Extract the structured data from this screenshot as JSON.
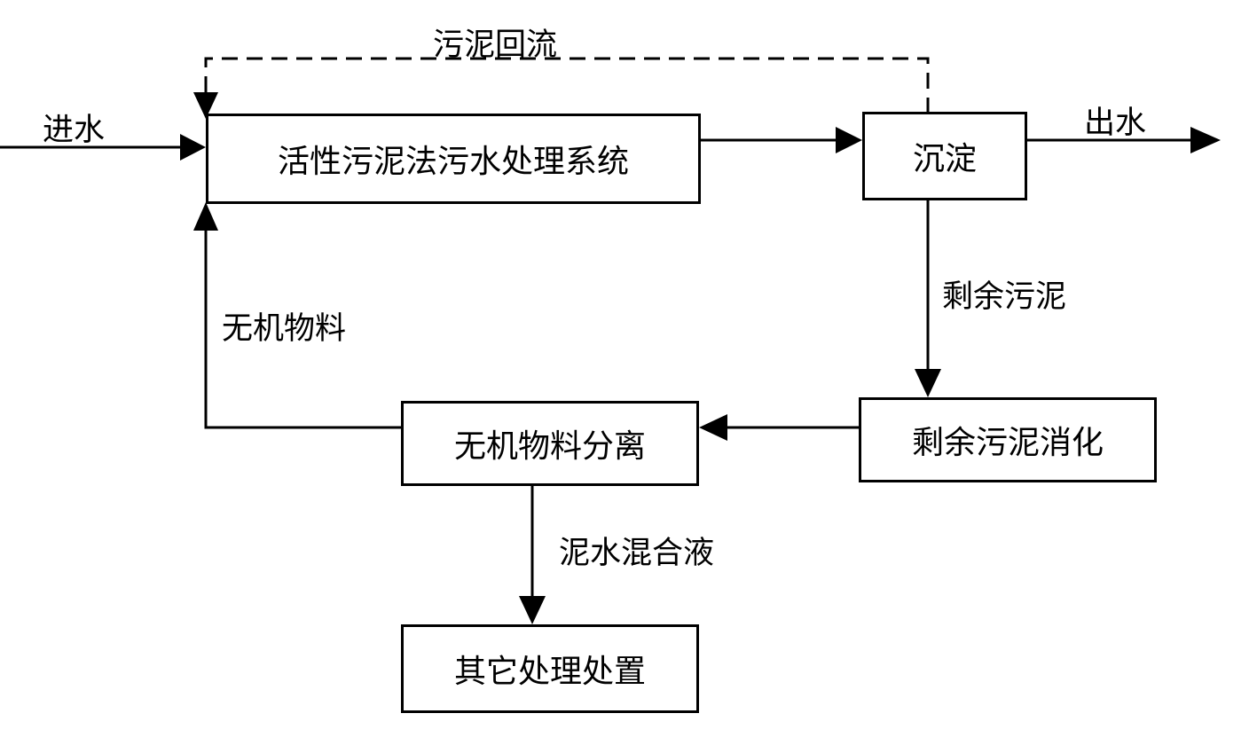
{
  "diagram": {
    "nodes": {
      "activated_sludge": "活性污泥法污水处理系统",
      "sedimentation": "沉淀",
      "digestion": "剩余污泥消化",
      "separation": "无机物料分离",
      "other_disposal": "其它处理处置"
    },
    "labels": {
      "inflow": "进水",
      "outflow": "出水",
      "return_sludge": "污泥回流",
      "excess_sludge": "剩余污泥",
      "inorganic_material": "无机物料",
      "sludge_water_mix": "泥水混合液"
    },
    "edges": [
      {
        "from": "inflow",
        "to": "activated_sludge",
        "style": "solid"
      },
      {
        "from": "activated_sludge",
        "to": "sedimentation",
        "style": "solid"
      },
      {
        "from": "sedimentation",
        "to": "outflow",
        "style": "solid"
      },
      {
        "from": "sedimentation",
        "to": "activated_sludge",
        "label": "return_sludge",
        "style": "dashed"
      },
      {
        "from": "sedimentation",
        "to": "digestion",
        "label": "excess_sludge",
        "style": "solid"
      },
      {
        "from": "digestion",
        "to": "separation",
        "style": "solid"
      },
      {
        "from": "separation",
        "to": "activated_sludge",
        "label": "inorganic_material",
        "style": "solid"
      },
      {
        "from": "separation",
        "to": "other_disposal",
        "label": "sludge_water_mix",
        "style": "solid"
      }
    ],
    "colors": {
      "line": "#000000",
      "background": "#ffffff"
    }
  }
}
